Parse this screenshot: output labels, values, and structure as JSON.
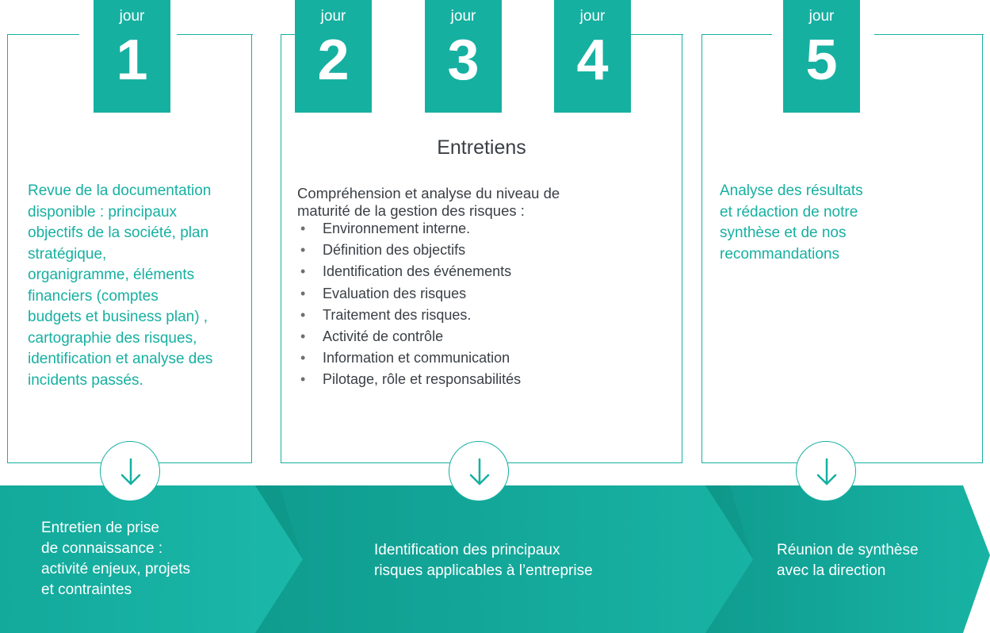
{
  "days": [
    {
      "label": "jour",
      "number": "1"
    },
    {
      "label": "jour",
      "number": "2"
    },
    {
      "label": "jour",
      "number": "3"
    },
    {
      "label": "jour",
      "number": "4"
    },
    {
      "label": "jour",
      "number": "5"
    }
  ],
  "panel1": {
    "lines": [
      "Revue de la documentation",
      "disponible : principaux",
      "objectifs de la société, plan",
      "stratégique,",
      "organigramme, éléments",
      "financiers (comptes",
      "budgets et business plan) ,",
      "cartographie des risques,",
      "identification et analyse des",
      "incidents passés."
    ]
  },
  "panel2": {
    "title": "Entretiens",
    "intro_lines": [
      "Compréhension et analyse du niveau de",
      "maturité de la gestion des risques :"
    ],
    "bullets": [
      "Environnement interne.",
      "Définition des objectifs",
      "Identification des événements",
      "Evaluation des risques",
      "Traitement des risques.",
      "Activité de contrôle",
      "Information et communication",
      "Pilotage, rôle et responsabilités"
    ]
  },
  "panel3": {
    "lines": [
      "Analyse des résultats",
      "et rédaction de notre",
      "synthèse et de nos",
      "recommandations"
    ]
  },
  "band": {
    "step1_lines": [
      "Entretien de prise",
      "de connaissance :",
      "activité enjeux, projets",
      "et contraintes"
    ],
    "step2_lines": [
      "Identification des principaux",
      "risques applicables à l’entreprise"
    ],
    "step3_lines": [
      "Réunion de synthèse",
      "avec la direction"
    ]
  },
  "colors": {
    "accent": "#16b0a1",
    "accent_dark": "#0d8f83",
    "text_dark": "#3a3f44"
  },
  "icons": [
    "arrow-down-icon",
    "arrow-down-icon",
    "arrow-down-icon"
  ]
}
